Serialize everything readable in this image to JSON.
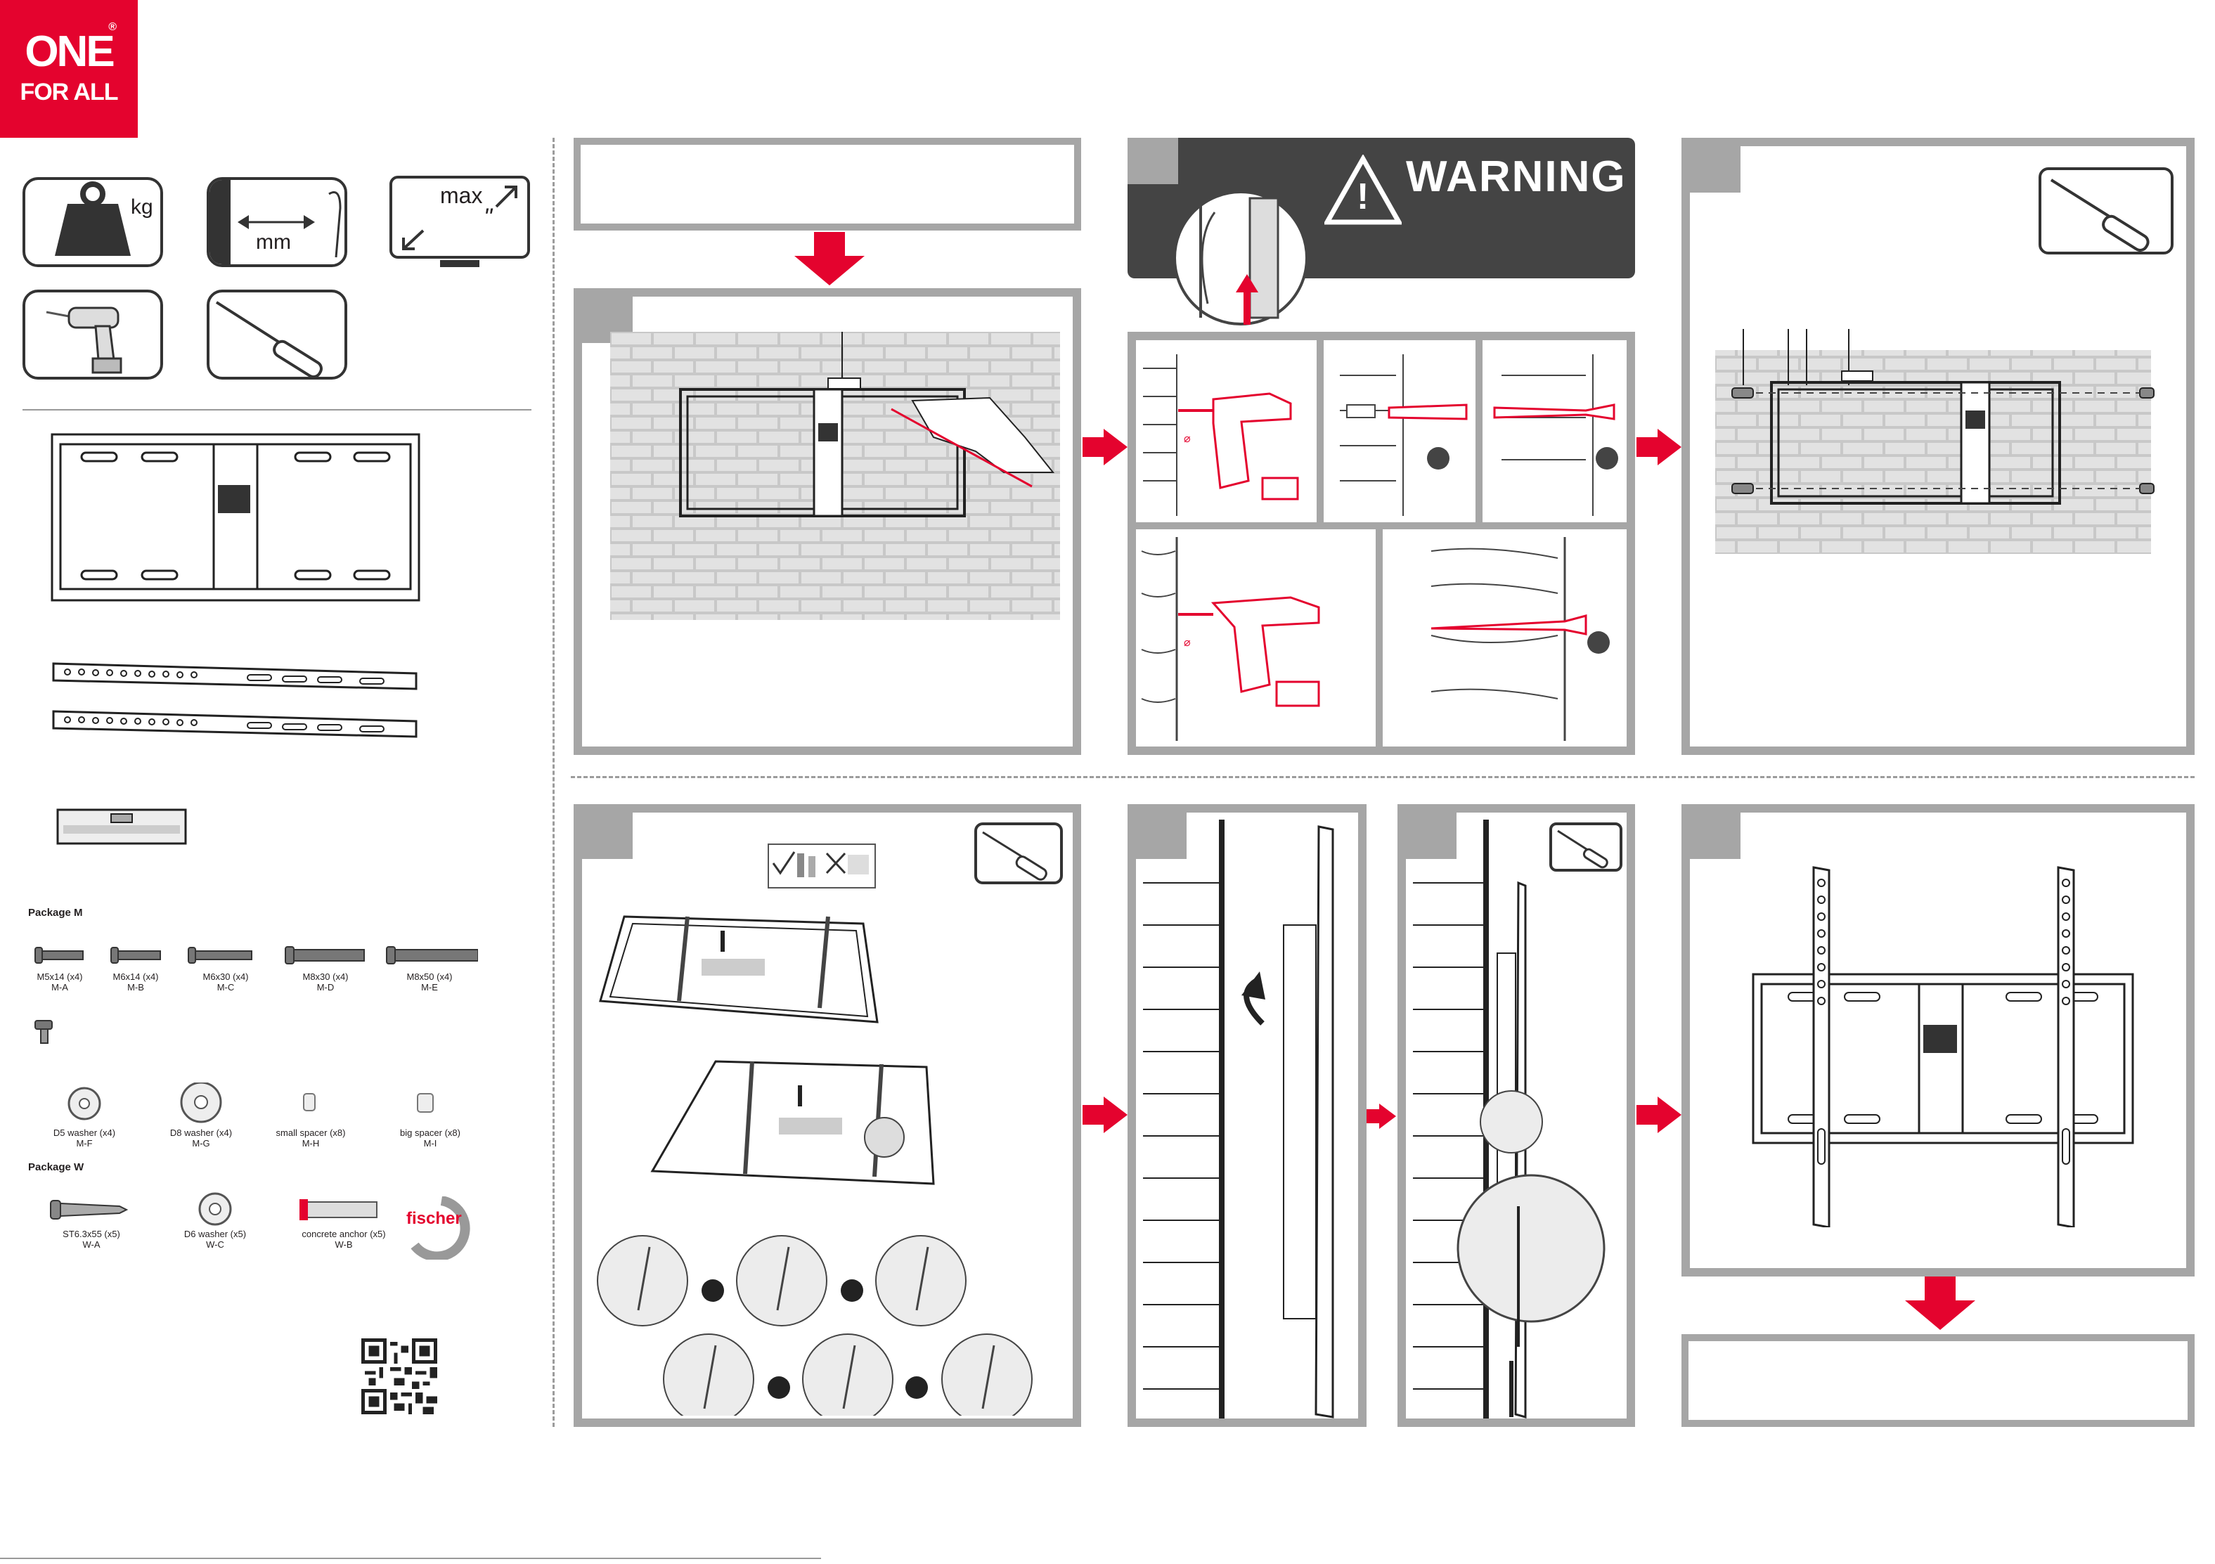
{
  "brand": {
    "logo_line1": "ONE",
    "logo_line2": "FOR ALL",
    "registered": "®",
    "color": "#e4032e"
  },
  "spec_icons": {
    "weight_unit": "kg",
    "distance_unit": "mm",
    "screen_max": "max",
    "screen_inch": "\""
  },
  "tools": [
    "drill-icon",
    "screwdriver-icon"
  ],
  "package_m": {
    "title": "Package M",
    "items": [
      {
        "size": "M5x14 (x4)",
        "code": "M-A"
      },
      {
        "size": "M6x14 (x4)",
        "code": "M-B"
      },
      {
        "size": "M6x30 (x4)",
        "code": "M-C"
      },
      {
        "size": "M8x30 (x4)",
        "code": "M-D"
      },
      {
        "size": "M8x50 (x4)",
        "code": "M-E"
      }
    ],
    "washers": [
      {
        "size": "D5 washer (x4)",
        "code": "M-F"
      },
      {
        "size": "D8 washer (x4)",
        "code": "M-G"
      },
      {
        "size": "small spacer (x8)",
        "code": "M-H"
      },
      {
        "size": "big spacer (x8)",
        "code": "M-I"
      }
    ]
  },
  "package_w": {
    "title": "Package W",
    "items": [
      {
        "size": "ST6.3x55 (x5)",
        "code": "W-A"
      },
      {
        "size": "D6 washer (x5)",
        "code": "W-C"
      },
      {
        "size": "concrete anchor (x5)",
        "code": "W-B"
      }
    ],
    "anchor_brand": "fischer"
  },
  "warning": {
    "title": "WARNING",
    "symbol": "!"
  },
  "drill_symbol": "⌀",
  "colors": {
    "accent": "#e4032e",
    "panel_border": "#a6a6a6",
    "warning_bg": "#444444"
  }
}
